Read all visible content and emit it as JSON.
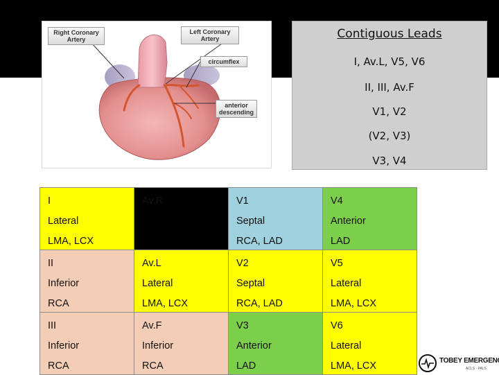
{
  "heart_figure": {
    "labels": {
      "right_coronary": [
        "Right Coronary",
        "Artery"
      ],
      "left_coronary": [
        "Left Coronary",
        "Artery"
      ],
      "circumflex": "circumflex",
      "anterior_descending": [
        "anterior",
        "descending"
      ]
    }
  },
  "contiguous_panel": {
    "title": "Contiguous Leads",
    "lines": [
      "I, Av.L, V5, V6",
      "II, III, Av.F",
      "V1, V2",
      "(V2, V3)",
      "V3, V4"
    ]
  },
  "colors": {
    "yellow": "#ffff00",
    "black": "#000000",
    "blue": "#9fd1de",
    "green": "#7ccf4a",
    "peach": "#f4cdb6",
    "panel_grey": "#cfcfcf"
  },
  "table": {
    "rows": [
      [
        {
          "lead": "I",
          "region": "Lateral",
          "artery": "LMA, LCX",
          "color": "yellow"
        },
        {
          "lead": "Av.R",
          "region": "",
          "artery": "",
          "color": "black"
        },
        {
          "lead": "V1",
          "region": "Septal",
          "artery": "RCA, LAD",
          "color": "blue"
        },
        {
          "lead": "V4",
          "region": "Anterior",
          "artery": "LAD",
          "color": "green"
        }
      ],
      [
        {
          "lead": "II",
          "region": "Inferior",
          "artery": "RCA",
          "color": "peach"
        },
        {
          "lead": "Av.L",
          "region": "Lateral",
          "artery": "LMA, LCX",
          "color": "yellow"
        },
        {
          "lead": "V2",
          "region": "Septal",
          "artery": "RCA, LAD",
          "color": "yellow"
        },
        {
          "lead": "V5",
          "region": "Lateral",
          "artery": "LMA, LCX",
          "color": "yellow"
        }
      ],
      [
        {
          "lead": "III",
          "region": "Inferior",
          "artery": "RCA",
          "color": "peach"
        },
        {
          "lead": "Av.F",
          "region": "Inferior",
          "artery": "RCA",
          "color": "peach"
        },
        {
          "lead": "V3",
          "region": "Anterior",
          "artery": "LAD",
          "color": "green"
        },
        {
          "lead": "V6",
          "region": "Lateral",
          "artery": "LMA, LCX",
          "color": "yellow"
        }
      ]
    ]
  },
  "logo": {
    "brand": "TOBEY EMERGENCY",
    "sub": "ACLS · PALS"
  }
}
